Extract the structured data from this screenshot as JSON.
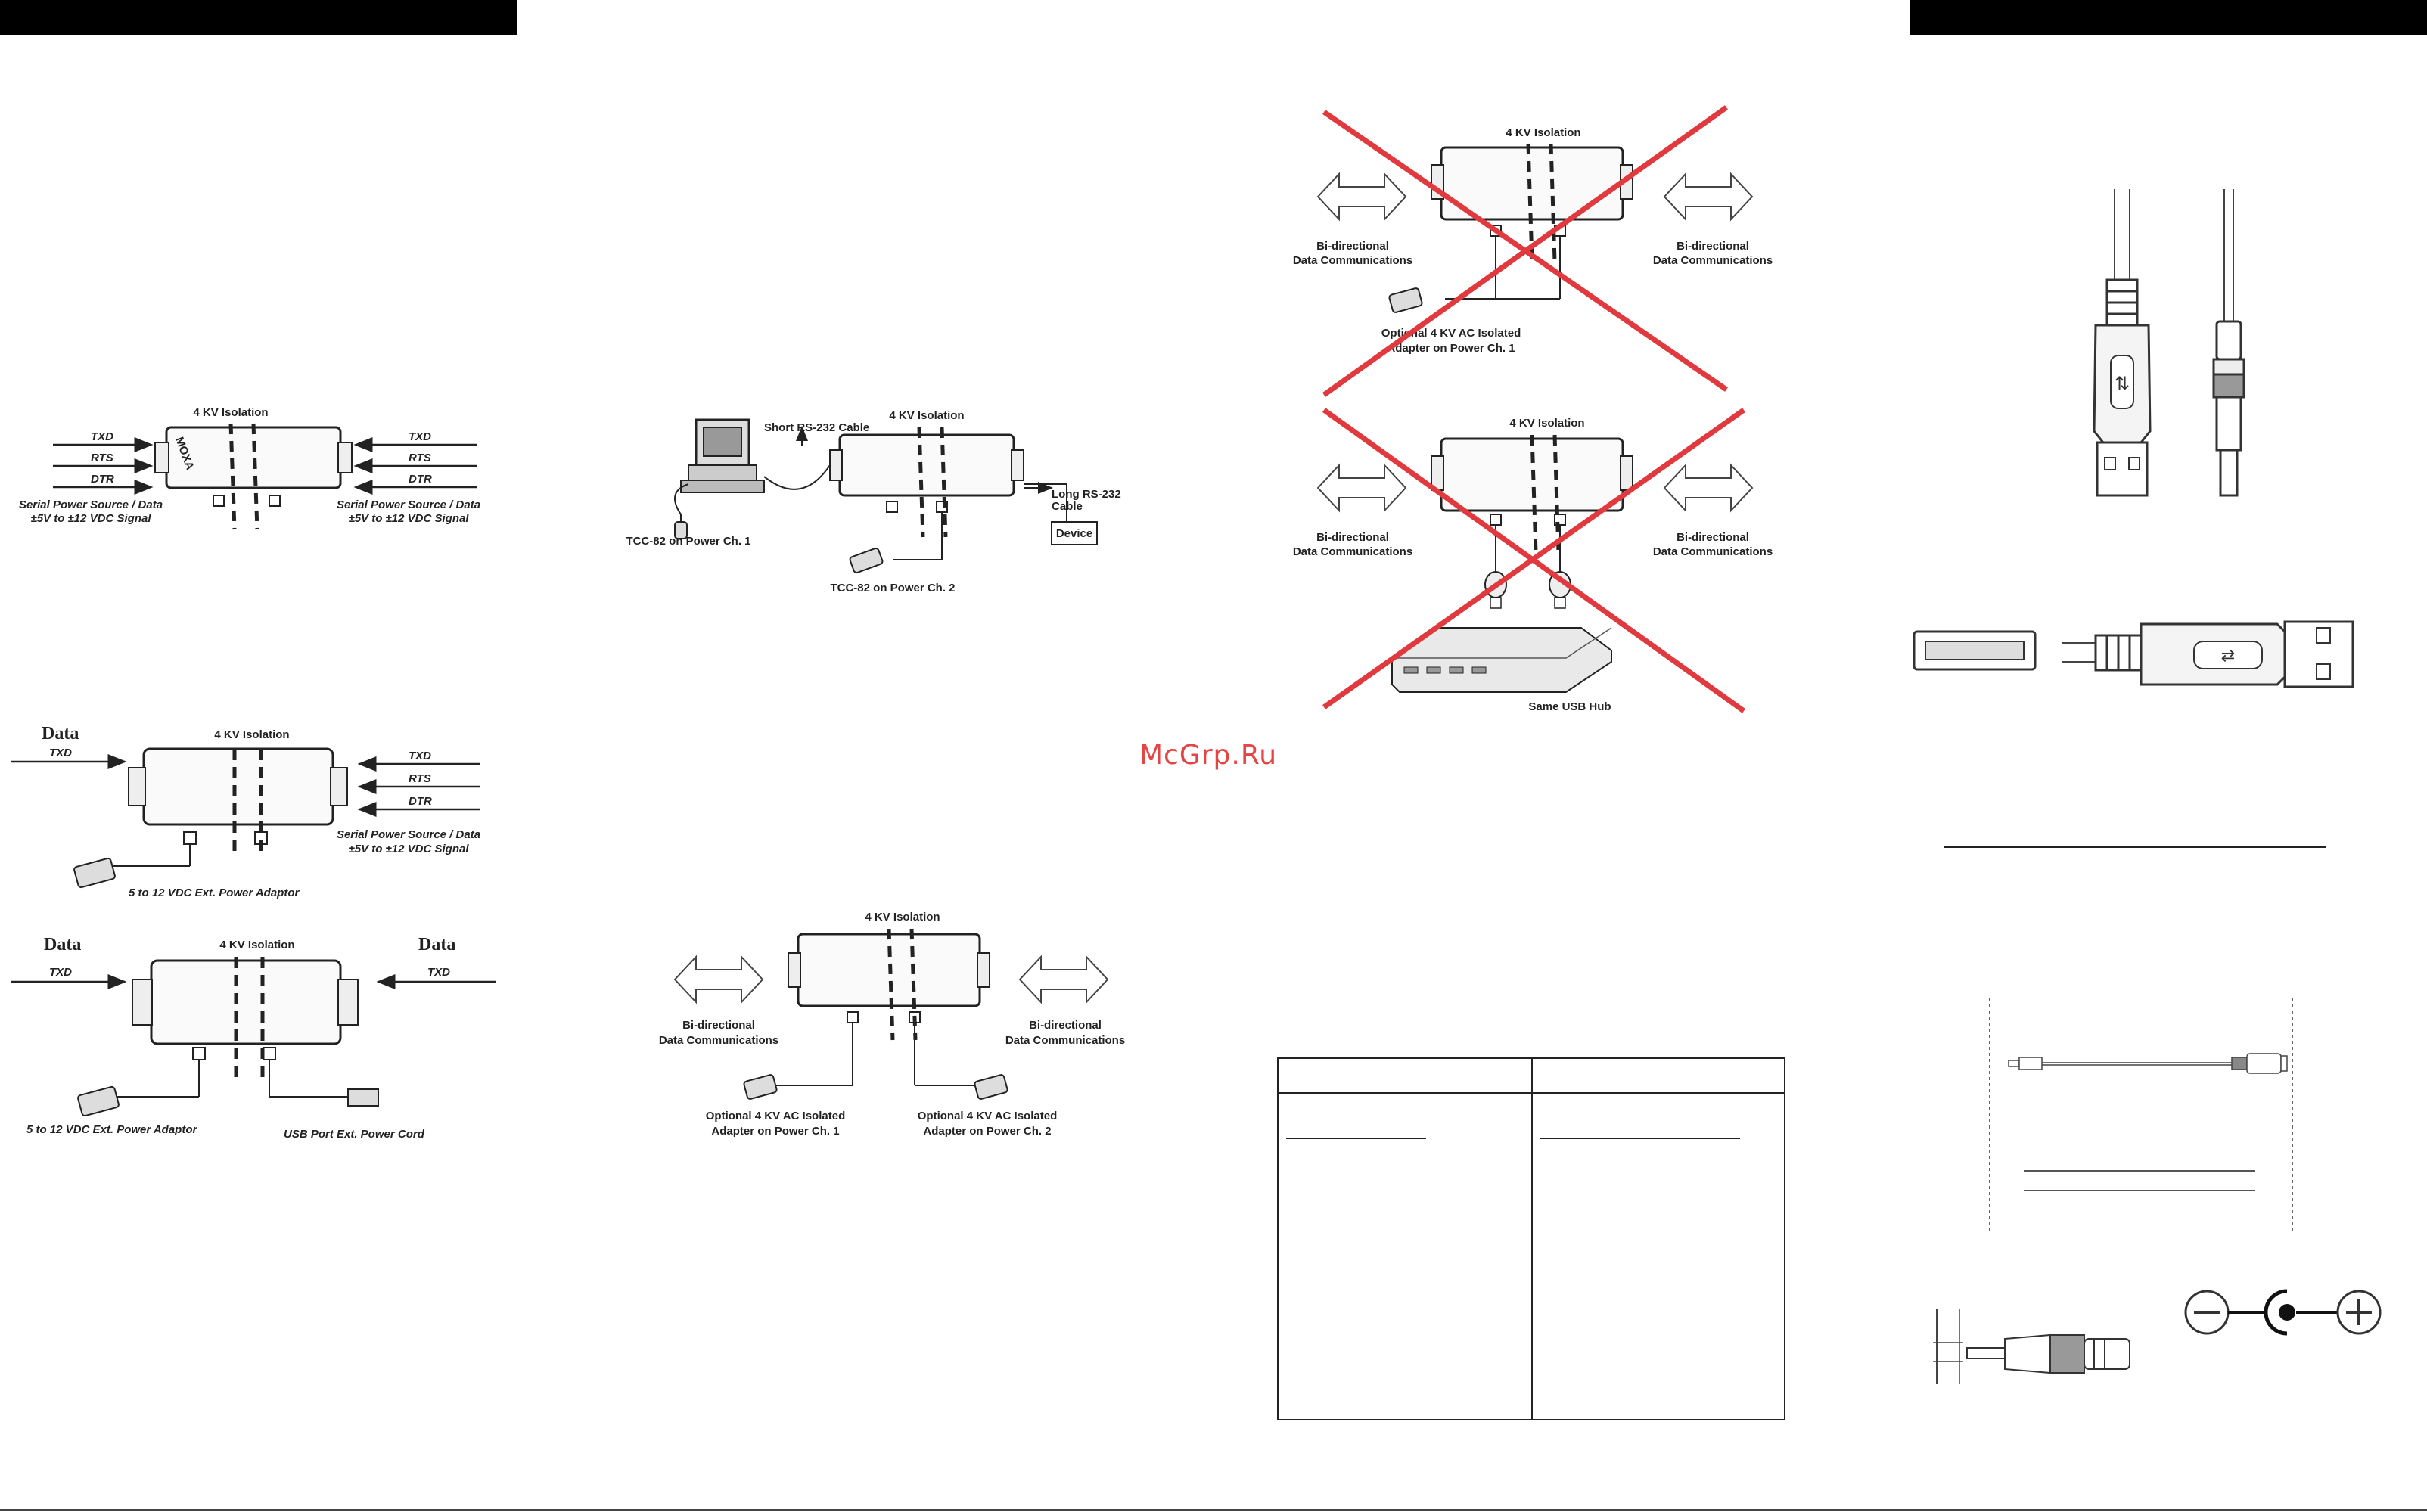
{
  "watermark": "McGrp.Ru",
  "diagram1": {
    "isolation": "4 KV Isolation",
    "left_signals": [
      "TXD",
      "RTS",
      "DTR"
    ],
    "right_signals": [
      "TXD",
      "RTS",
      "DTR"
    ],
    "left_source": [
      "Serial Power Source / Data",
      "±5V to ±12 VDC Signal"
    ],
    "right_source": [
      "Serial Power Source / Data",
      "±5V to ±12 VDC Signal"
    ]
  },
  "diagram2": {
    "isolation": "4 KV Isolation",
    "short_cable": "Short RS-232 Cable",
    "long_cable": [
      "Long RS-232",
      "Cable"
    ],
    "device": "Device",
    "tcc1": "TCC-82 on Power Ch. 1",
    "tcc2": "TCC-82 on Power Ch. 2"
  },
  "diagram3": {
    "data_left": "Data",
    "isolation": "4 KV Isolation",
    "txd": "TXD",
    "right_signals": [
      "TXD",
      "RTS",
      "DTR"
    ],
    "right_source": [
      "Serial Power Source / Data",
      "±5V to ±12 VDC Signal"
    ],
    "adaptor": "5 to 12 VDC  Ext. Power Adaptor"
  },
  "diagram4": {
    "data_left": "Data",
    "data_right": "Data",
    "isolation": "4 KV Isolation",
    "txd_left": "TXD",
    "txd_right": "TXD",
    "adaptor": "5 to 12 VDC  Ext. Power Adaptor",
    "usb_cord": "USB Port Ext. Power Cord"
  },
  "diagram5": {
    "isolation": "4 KV Isolation",
    "left_comm": [
      "Bi-directional",
      "Data Communications"
    ],
    "right_comm": [
      "Bi-directional",
      "Data Communications"
    ],
    "adapter1": [
      "Optional 4 KV AC Isolated",
      "Adapter on Power Ch. 1"
    ],
    "adapter2": [
      "Optional 4 KV AC Isolated",
      "Adapter on Power Ch. 2"
    ]
  },
  "diagram6": {
    "isolation": "4 KV Isolation",
    "left_comm": [
      "Bi-directional",
      "Data Communications"
    ],
    "right_comm": [
      "Bi-directional",
      "Data Communications"
    ],
    "adapter": [
      "Optional 4 KV AC Isolated",
      "Adapter on Power Ch. 1"
    ]
  },
  "diagram7": {
    "isolation": "4 KV Isolation",
    "left_comm": [
      "Bi-directional",
      "Data Communications"
    ],
    "right_comm": [
      "Bi-directional",
      "Data Communications"
    ],
    "hub": "Same USB Hub"
  },
  "colors": {
    "cross": "#e0393e",
    "ink": "#222222",
    "bar": "#000000"
  }
}
